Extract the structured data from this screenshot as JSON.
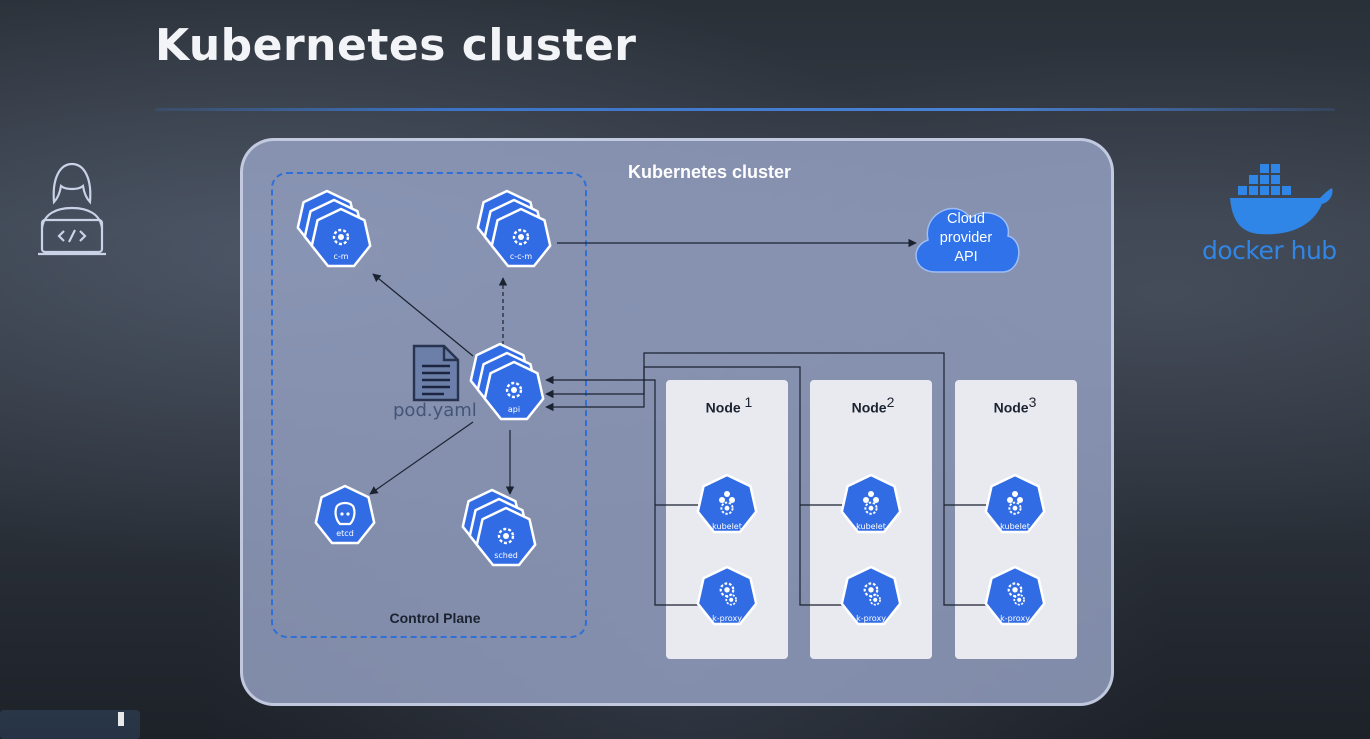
{
  "page": {
    "title": "Kubernetes cluster"
  },
  "cluster": {
    "label": "Kubernetes cluster",
    "control_plane_label": "Control Plane",
    "cloud_api": [
      "Cloud",
      "provider",
      "API"
    ],
    "pod_yaml": "pod.yaml",
    "components": {
      "cm": "c-m",
      "ccm": "c-c-m",
      "api": "api",
      "etcd": "etcd",
      "sched": "sched"
    },
    "nodes": [
      {
        "name": "Node",
        "index": "1",
        "kubelet": "kubelet",
        "kproxy": "k-proxy"
      },
      {
        "name": "Node",
        "index": "2",
        "kubelet": "kubelet",
        "kproxy": "k-proxy"
      },
      {
        "name": "Node",
        "index": "3",
        "kubelet": "kubelet",
        "kproxy": "k-proxy"
      }
    ]
  },
  "brand": {
    "docker_hub": "docker hub"
  },
  "colors": {
    "k8s_blue": "#326ce5",
    "panel": "#96a2c4",
    "node_panel": "#e9eaef",
    "docker_blue": "#2f86e6",
    "title_rule": "#3d74c8"
  },
  "icons": [
    "developer-icon",
    "docker-whale-icon",
    "cloud-icon",
    "document-icon",
    "kubernetes-component-icon"
  ]
}
